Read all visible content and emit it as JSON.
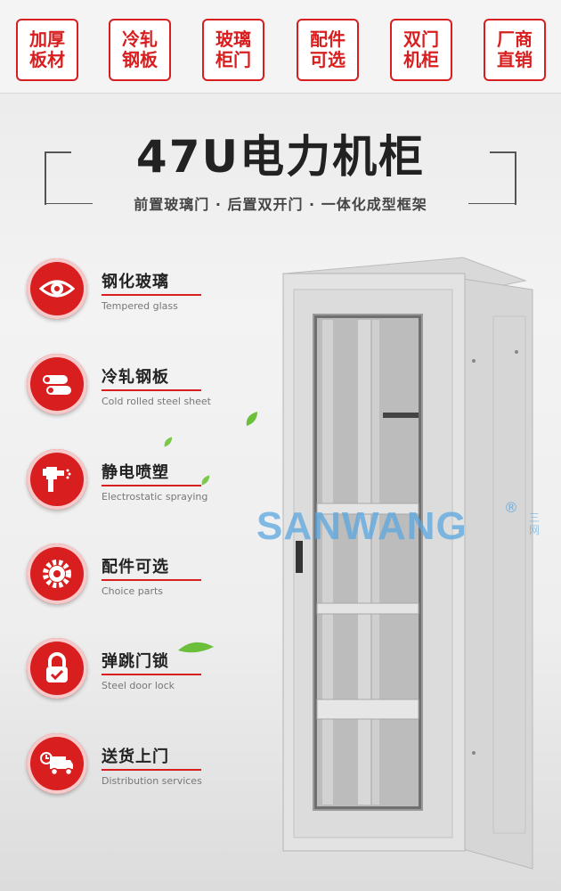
{
  "tags": [
    "加厚板材",
    "冷轧钢板",
    "玻璃柜门",
    "配件可选",
    "双门机柜",
    "厂商直销"
  ],
  "title": "47U电力机柜",
  "subtitle": "前置玻璃门 · 后置双开门 · 一体化成型框架",
  "features": [
    {
      "icon": "eye-icon",
      "title": "钢化玻璃",
      "subtitle": "Tempered glass"
    },
    {
      "icon": "steel-coil-icon",
      "title": "冷轧钢板",
      "subtitle": "Cold rolled steel sheet"
    },
    {
      "icon": "spray-gun-icon",
      "title": "静电喷塑",
      "subtitle": "Electrostatic spraying"
    },
    {
      "icon": "gear-icon",
      "title": "配件可选",
      "subtitle": "Choice parts"
    },
    {
      "icon": "padlock-icon",
      "title": "弹跳门锁",
      "subtitle": "Steel door lock"
    },
    {
      "icon": "delivery-truck-icon",
      "title": "送货上门",
      "subtitle": "Distribution services"
    }
  ],
  "watermark": {
    "brand": "SANWANG",
    "mark": "®",
    "cn": "三网"
  },
  "colors": {
    "accent": "#d81e1e",
    "watermark": "#5aa7e0"
  }
}
